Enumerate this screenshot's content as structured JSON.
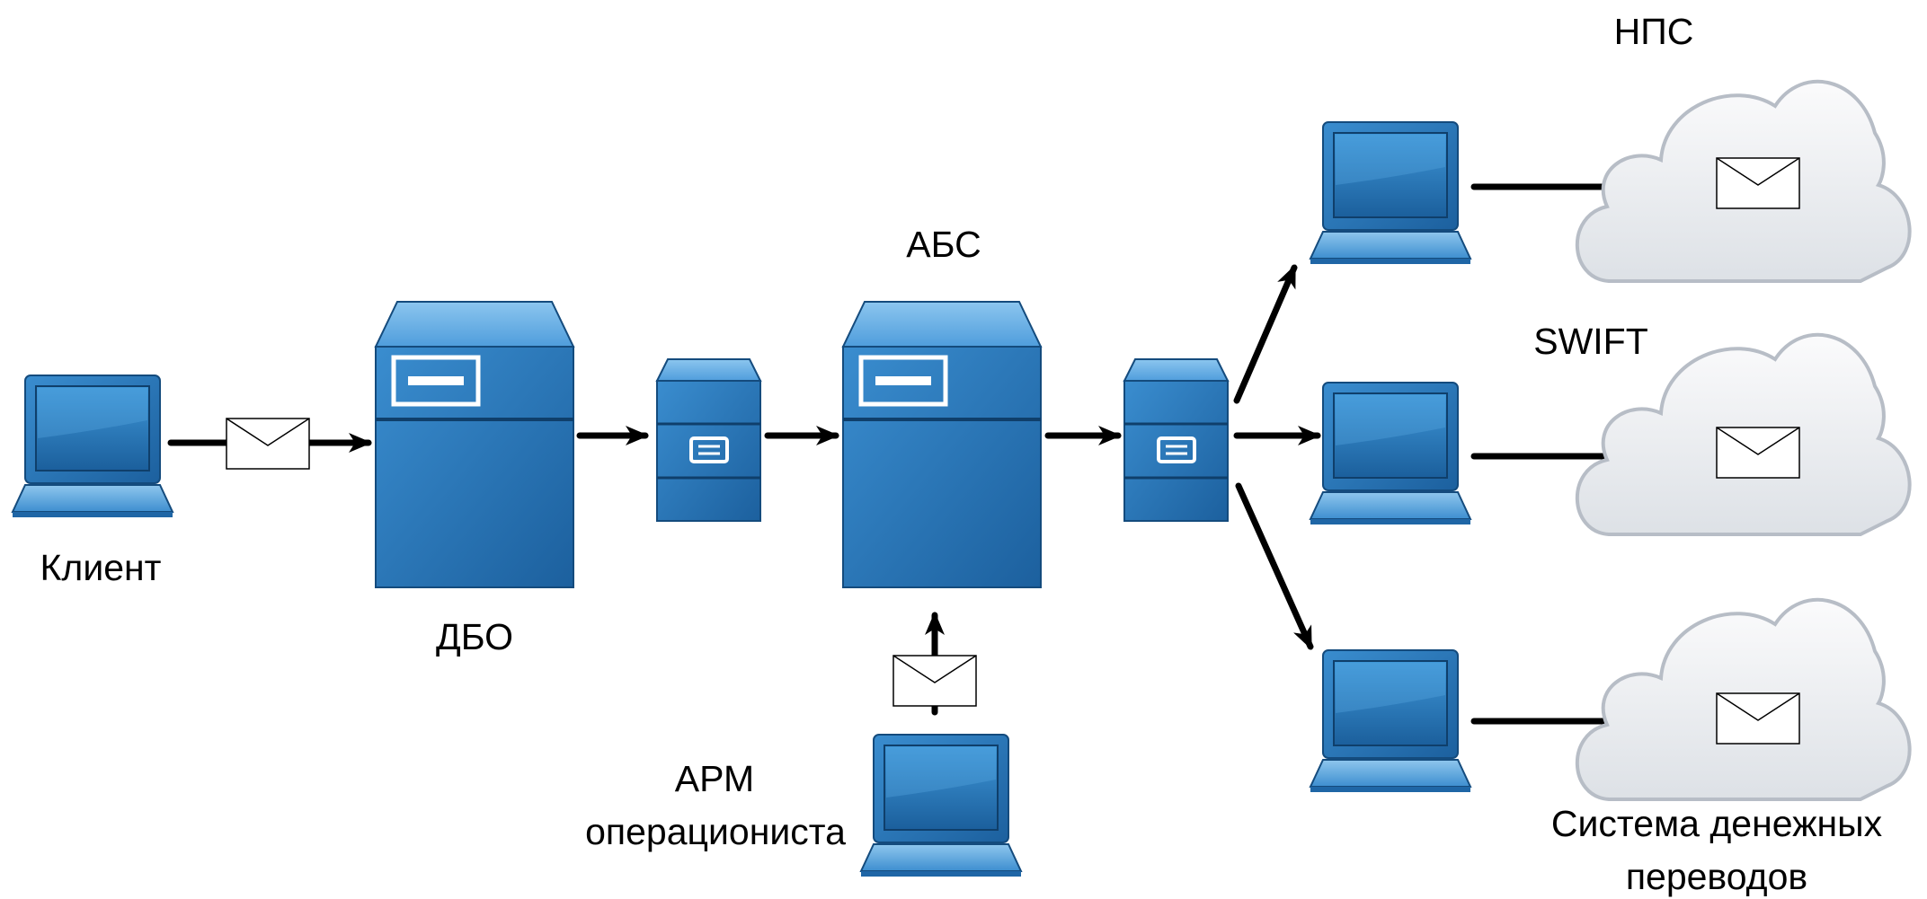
{
  "nodes": {
    "client": {
      "label": "Клиент"
    },
    "dbo": {
      "label": "ДБО"
    },
    "abs": {
      "label": "АБС"
    },
    "arm": {
      "label_line1": "АРМ",
      "label_line2": "операциониста"
    },
    "nps": {
      "label": "НПС"
    },
    "swift": {
      "label": "SWIFT"
    },
    "money_transfer": {
      "label_line1": "Система денежных",
      "label_line2": "переводов"
    }
  },
  "colors": {
    "device_blue": "#2f7fc1",
    "device_blue_dark": "#1a5e9a",
    "device_blue_light": "#6fb0e4",
    "cloud_fill": "#eceef1",
    "cloud_stroke": "#b9bfc7",
    "arrow": "#000000",
    "envelope": "#ffffff"
  }
}
